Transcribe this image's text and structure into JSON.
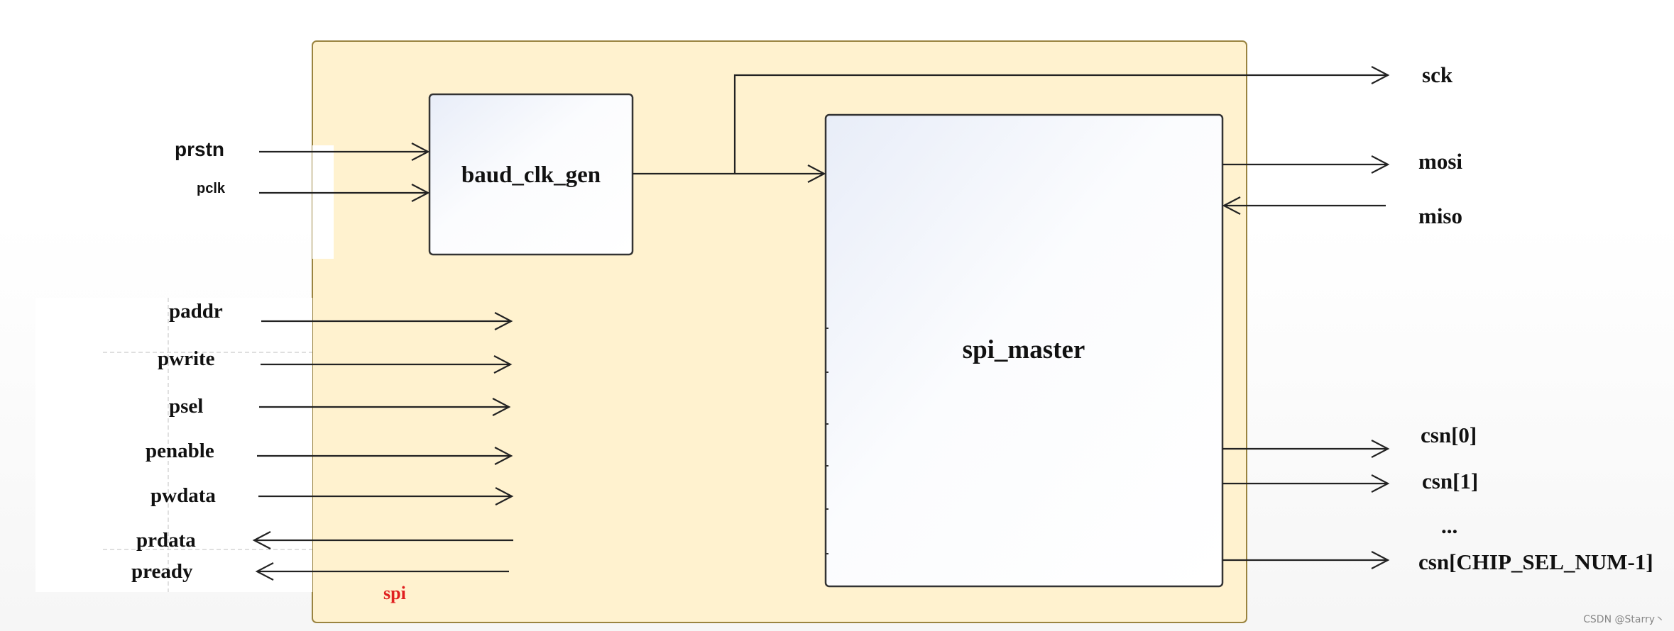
{
  "top_module": {
    "label": "spi",
    "label_color": "#e02020",
    "fill": "#fff2cf",
    "stroke": "#9a8440"
  },
  "blocks": {
    "baud_clk_gen": {
      "label": "baud_clk_gen"
    },
    "spi_master": {
      "label": "spi_master"
    }
  },
  "left_signals": {
    "prstn": "prstn",
    "pclk": "pclk",
    "paddr": "paddr",
    "pwrite": "pwrite",
    "psel": "psel",
    "penable": "penable",
    "pwdata": "pwdata",
    "prdata": "prdata",
    "pready": "pready"
  },
  "right_signals": {
    "sck": "sck",
    "mosi": "mosi",
    "miso": "miso",
    "csn0": "csn[0]",
    "csn1": "csn[1]",
    "ellipsis": "...",
    "csn_last": "csn[CHIP_SEL_NUM-1]"
  },
  "watermark": "CSDN @Starry丶"
}
